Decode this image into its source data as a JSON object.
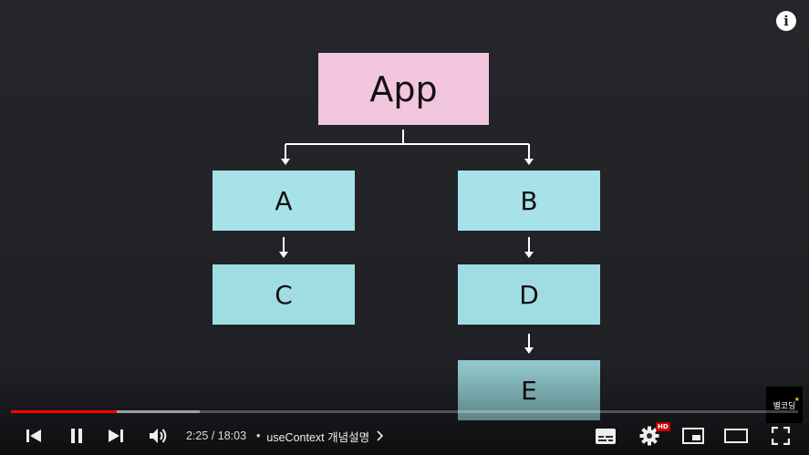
{
  "diagram": {
    "nodes": {
      "app": "App",
      "a": "A",
      "b": "B",
      "c": "C",
      "d": "D",
      "e": "E"
    }
  },
  "player": {
    "time_current": "2:25",
    "time_separator": " / ",
    "time_total": "18:03",
    "chapter_bullet": "•",
    "chapter_title": "useContext 개념설명",
    "hd_badge": "HD",
    "watermark_text": "별코딩",
    "progress_played_fraction": 0.134,
    "progress_buffered_fraction": 0.24,
    "accent_color": "#ff0000",
    "icons": {
      "info": "info-icon",
      "previous": "skip-previous-icon",
      "play_pause": "pause-icon",
      "next": "skip-next-icon",
      "volume": "volume-icon",
      "chapter": "chevron-right-icon",
      "subtitles": "subtitles-icon",
      "settings": "gear-icon",
      "miniplayer": "miniplayer-icon",
      "theater": "theater-mode-icon",
      "fullscreen": "fullscreen-icon"
    }
  }
}
